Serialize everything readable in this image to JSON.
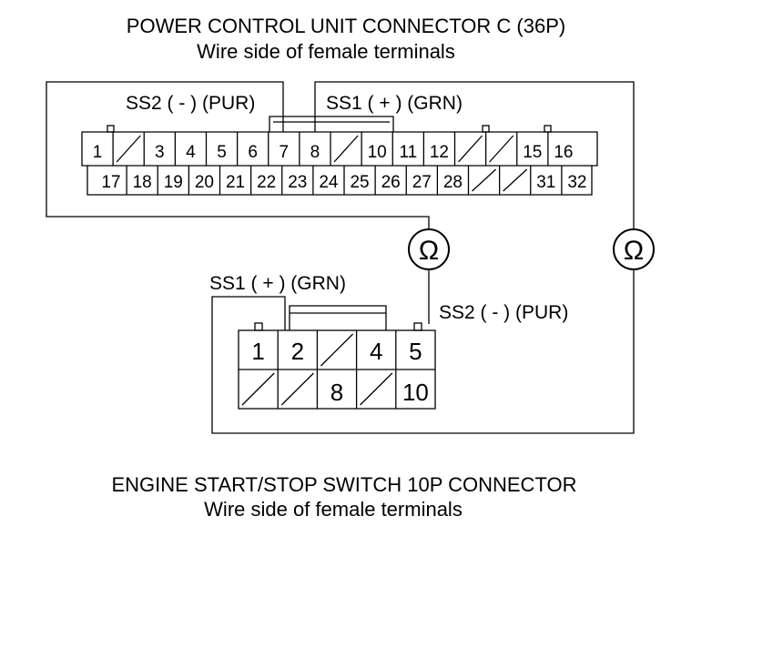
{
  "pcu": {
    "title": "POWER CONTROL UNIT CONNECTOR C (36P)",
    "subtitle": "Wire side of female terminals",
    "ss2_label": "SS2 ( - ) (PUR)",
    "ss1_label": "SS1 ( + ) (GRN)",
    "row1": [
      "1",
      "",
      "3",
      "4",
      "5",
      "6",
      "7",
      "8",
      "",
      "10",
      "11",
      "12",
      "",
      "",
      "15",
      "16"
    ],
    "row2": [
      "17",
      "18",
      "19",
      "20",
      "21",
      "22",
      "23",
      "24",
      "25",
      "26",
      "27",
      "28",
      "",
      "",
      "31",
      "32"
    ]
  },
  "switch": {
    "title": "ENGINE START/STOP SWITCH 10P CONNECTOR",
    "subtitle": "Wire side of female terminals",
    "ss1_label": "SS1 ( + ) (GRN)",
    "ss2_label": "SS2 ( - ) (PUR)",
    "row1": [
      "1",
      "2",
      "",
      "4",
      "5"
    ],
    "row2": [
      "",
      "",
      "8",
      "",
      "10"
    ]
  },
  "meter": {
    "symbol": "Ω"
  },
  "colors": {
    "line": "#000000",
    "background": "#ffffff"
  }
}
